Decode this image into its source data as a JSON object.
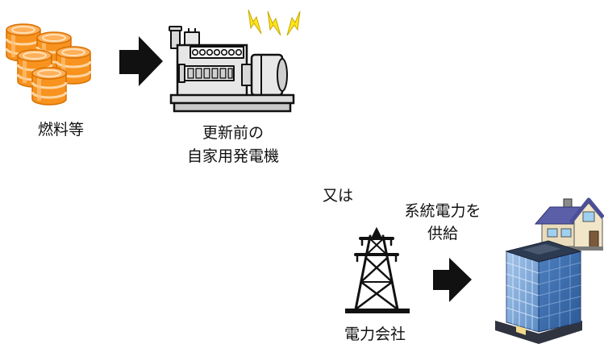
{
  "diagram": {
    "fuel": {
      "label": "燃料等",
      "icon": "fuel-drums-icon",
      "color": "#f7931e"
    },
    "generator": {
      "label_lines": [
        "更新前の",
        "自家用発電機"
      ],
      "icon": "generator-icon",
      "bolt_icon": "lightning-bolt-icon",
      "bolt_color": "#ffe41c"
    },
    "or_label": "又は",
    "grid_supply": {
      "label_lines": [
        "系統電力を",
        "供給"
      ],
      "icon": "arrow-right-icon"
    },
    "power_company": {
      "label": "電力会社",
      "icon": "transmission-tower-icon"
    },
    "consumers": {
      "icons": [
        "house-icon",
        "office-building-icon"
      ]
    },
    "arrow_color": "#111111"
  }
}
